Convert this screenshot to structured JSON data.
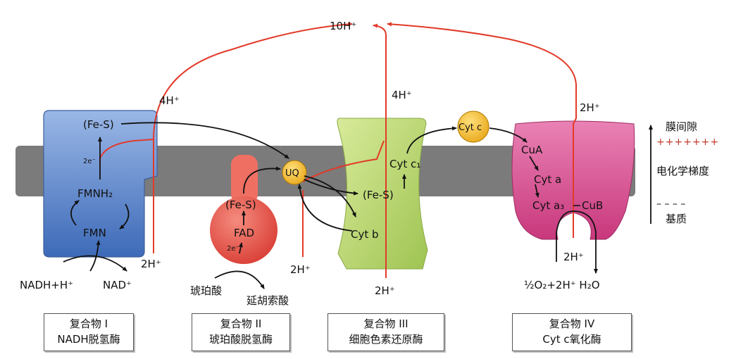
{
  "top_label": "10H⁺",
  "side_labels": {
    "intermembrane": "膜间隙",
    "plus_signs": "+++++++",
    "gradient": "电化学梯度",
    "minus_signs": "– – – –",
    "matrix": "基质"
  },
  "complex_I": {
    "fes": "(Fe-S)",
    "electrons": "2e⁻",
    "fmnh2": "FMNH₂",
    "fmn": "FMN",
    "substrate": "NADH+H⁺",
    "product": "NAD⁺",
    "protons_in": "2H⁺",
    "protons_out": "4H⁺",
    "box_line1": "复合物 I",
    "box_line2": "NADH脱氢酶"
  },
  "complex_II": {
    "fes": "(Fe-S)",
    "fad": "FAD",
    "electrons": "2e⁻",
    "substrate": "琥珀酸",
    "product": "延胡索酸",
    "box_line1": "复合物 II",
    "box_line2": "琥珀酸脱氢酶"
  },
  "ubiquinone": "UQ",
  "complex_III": {
    "cytc1": "Cyt c₁",
    "fes": "(Fe-S)",
    "cytb": "Cyt b",
    "protons_in_left": "2H⁺",
    "protons_in_right": "2H⁺",
    "protons_out": "4H⁺",
    "box_line1": "复合物 III",
    "box_line2": "细胞色素还原酶"
  },
  "cytochrome_c": "Cyt c",
  "complex_IV": {
    "cua": "CuA",
    "cyta": "Cyt a",
    "cyta3": "Cyt a₃",
    "cub": "CuB",
    "protons_in": "2H⁺",
    "protons_out": "2H⁺",
    "reaction": "½O₂+2H⁺  H₂O",
    "box_line1": "复合物 IV",
    "box_line2": "Cyt c氧化酶"
  },
  "colors": {
    "membrane": "#7a7a7a",
    "complex_I": "#5b86c9",
    "complex_II": "#e2473f",
    "complex_III": "#b7d36b",
    "complex_IV": "#d84c8c",
    "carrier": "#f3c12f",
    "proton_path": "#e23a2a",
    "electron_path": "#111111"
  }
}
